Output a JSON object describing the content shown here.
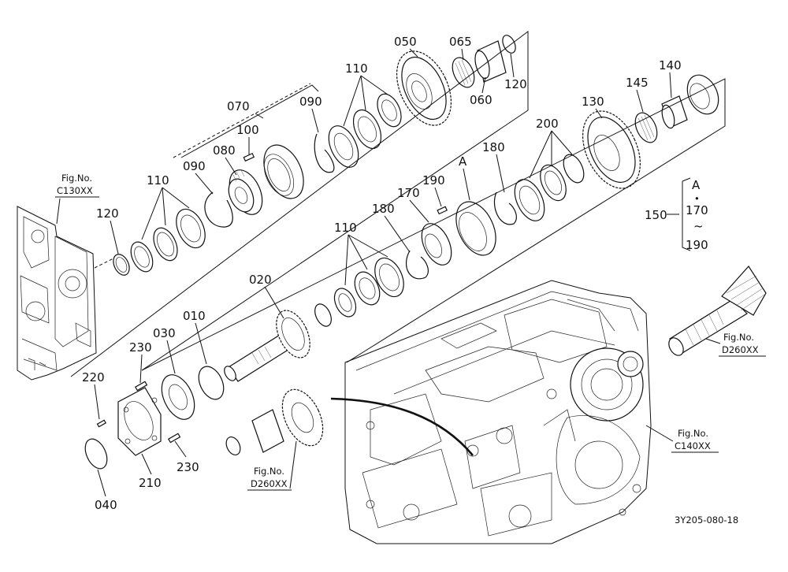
{
  "labels": {
    "p010": "010",
    "p020": "020",
    "p030": "030",
    "p040": "040",
    "p050": "050",
    "p060": "060",
    "p065": "065",
    "p070": "070",
    "p080": "080",
    "p090a": "090",
    "p090b": "090",
    "p100": "100",
    "p110a": "110",
    "p110b": "110",
    "p110c": "110",
    "p120a": "120",
    "p120b": "120",
    "p130": "130",
    "p140": "140",
    "p145": "145",
    "p150": "150",
    "p170a": "170",
    "p170b": "170",
    "p180a": "180",
    "p180b": "180",
    "p190a": "190",
    "p190b": "190",
    "p200": "200",
    "p210": "210",
    "p220": "220",
    "p230a": "230",
    "p230b": "230",
    "refA1": "A",
    "refA2": "A",
    "tilde": "~",
    "dot": "•"
  },
  "figrefs": {
    "c130_top": "Fig.No.",
    "c130_bot": "C130XX",
    "d260a_top": "Fig.No.",
    "d260a_bot": "D260XX",
    "d260b_top": "Fig.No.",
    "d260b_bot": "D260XX",
    "c140_top": "Fig.No.",
    "c140_bot": "C140XX"
  },
  "drawing_code": "3Y205-080-18"
}
